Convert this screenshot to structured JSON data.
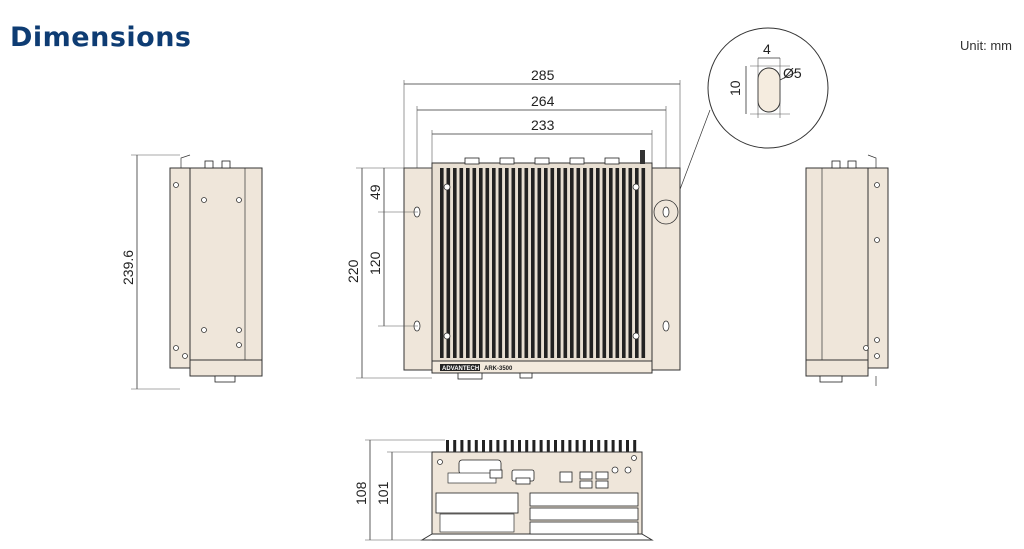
{
  "header": {
    "title": "Dimensions",
    "unit": "Unit: mm"
  },
  "dimensions": {
    "width_overall": "285",
    "width_mounting": "264",
    "width_body": "233",
    "height_left": "220",
    "hole_offset": "49",
    "hole_spacing": "120",
    "side_depth": "239.6",
    "front_height_overall": "108",
    "front_height_body": "101",
    "detail_slot_width": "4",
    "detail_slot_height": "10",
    "detail_hole_diameter": "Ø5"
  },
  "front_panel": {
    "brand_text": "ADVANTECH",
    "model_text": "ARK-3500"
  },
  "colors": {
    "title": "#0e3c73",
    "body_fill": "#efe6da",
    "fins": "#222222"
  }
}
